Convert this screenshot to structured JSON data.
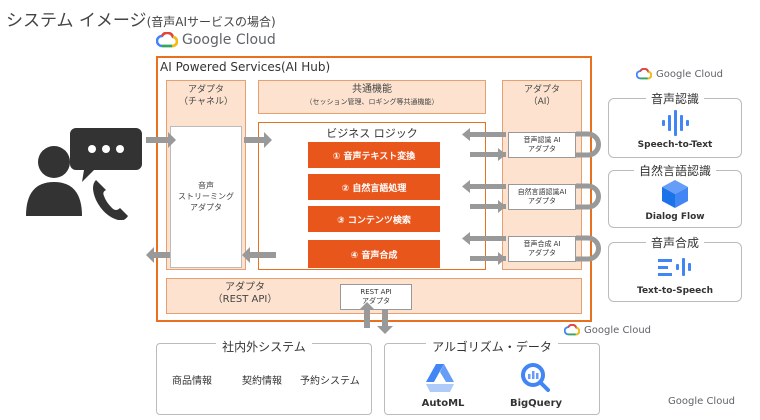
{
  "header": {
    "title": "システム イメージ",
    "subtitle": "(音声AIサービスの場合)",
    "brand": "Google Cloud"
  },
  "hub": {
    "title": "AI Powered Services(AI Hub)",
    "channel_adapter": {
      "title": "アダプタ",
      "sub": "（チャネル）"
    },
    "common": {
      "title": "共通機能",
      "sub": "（セッション管理、ロギング等共通機能）"
    },
    "ai_adapter": {
      "title": "アダプタ",
      "sub": "（AI）"
    },
    "streaming": {
      "line1": "音声",
      "line2": "ストリーミング",
      "line3": "アダプタ"
    },
    "business_logic": {
      "title": "ビジネス ロジック",
      "steps": [
        "① 音声テキスト変換",
        "② 自然言語処理",
        "③ コンテンツ検索",
        "④ 音声合成"
      ]
    },
    "ai_items": [
      {
        "line1": "音声認識 AI",
        "line2": "アダプタ"
      },
      {
        "line1": "自然言語認識AI",
        "line2": "アダプタ"
      },
      {
        "line1": "音声合成 AI",
        "line2": "アダプタ"
      }
    ],
    "rest": {
      "title": "アダプタ",
      "sub": "（REST API）",
      "box_line1": "REST API",
      "box_line2": "アダプタ"
    }
  },
  "services": {
    "brand": "Google Cloud",
    "items": [
      {
        "title": "音声認識",
        "name": "Speech-to-Text",
        "icon": "speech-to-text-icon",
        "color": "#4285f4"
      },
      {
        "title": "自然言語認識",
        "name": "Dialog Flow",
        "icon": "dialogflow-icon",
        "color": "#4285f4"
      },
      {
        "title": "音声合成",
        "name": "Text-to-Speech",
        "icon": "text-to-speech-icon",
        "color": "#4285f4"
      }
    ]
  },
  "systems": {
    "title": "社内外システム",
    "items": [
      "商品情報",
      "契約情報",
      "予約システム"
    ]
  },
  "algorithms": {
    "title": "アルゴリズム・データ",
    "brand": "Google Cloud",
    "items": [
      {
        "name": "AutoML",
        "icon": "automl-icon"
      },
      {
        "name": "BigQuery",
        "icon": "bigquery-icon"
      }
    ]
  },
  "footer": {
    "brand": "Google Cloud"
  }
}
